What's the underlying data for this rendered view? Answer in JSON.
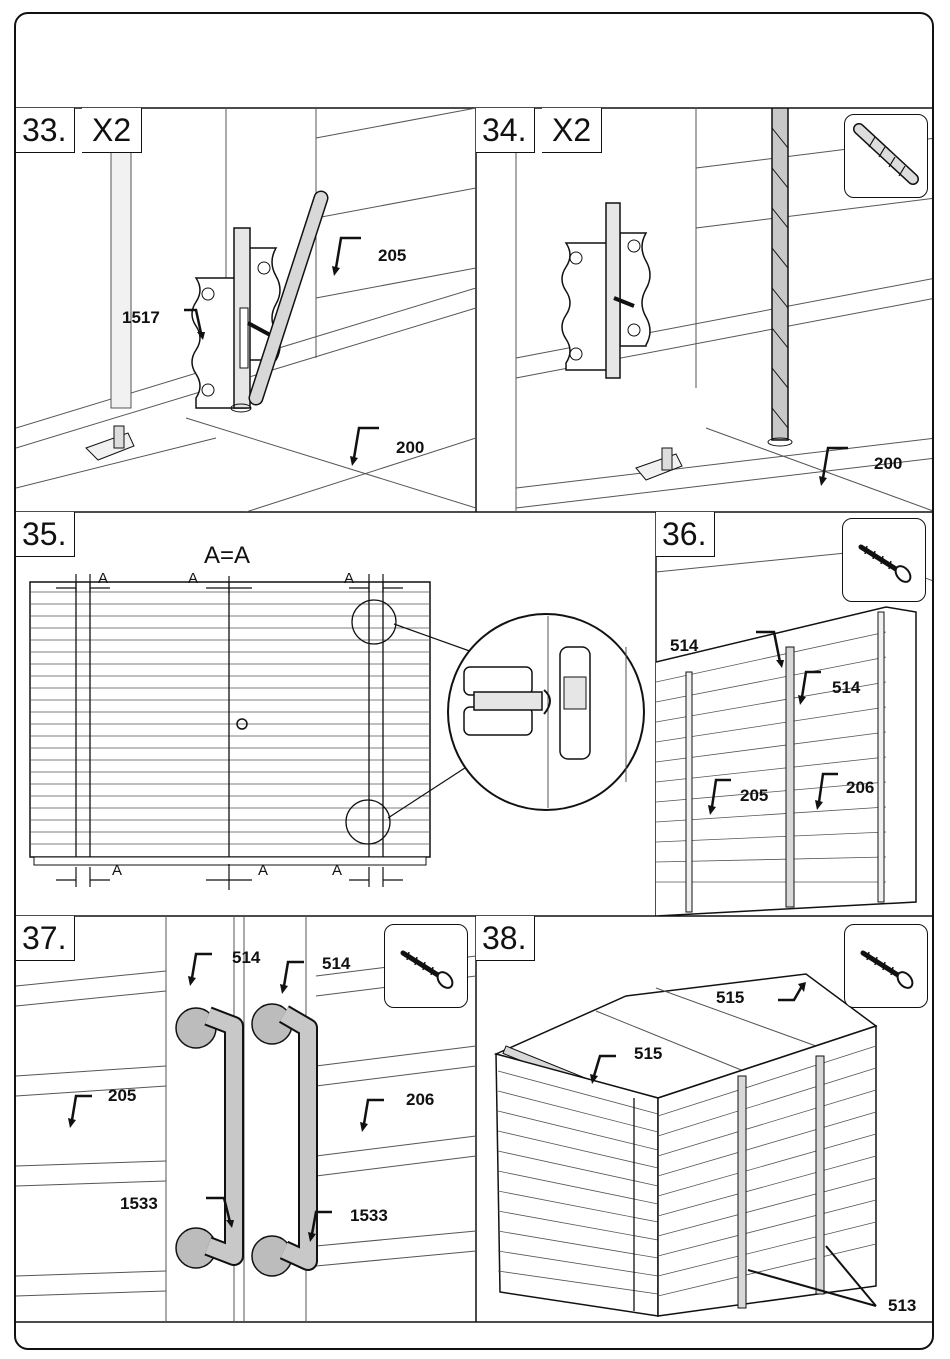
{
  "steps": [
    {
      "number": "33.",
      "multiplier": "X2",
      "labels": [
        "205",
        "1517",
        "200"
      ]
    },
    {
      "number": "34.",
      "multiplier": "X2",
      "labels": [
        "200"
      ],
      "tool": "drill-bit-icon"
    },
    {
      "number": "35.",
      "formula": "A=A",
      "dim_label": "A"
    },
    {
      "number": "36.",
      "labels": [
        "514",
        "514",
        "205",
        "206"
      ],
      "tool": "screw-icon"
    },
    {
      "number": "37.",
      "labels": [
        "514",
        "514",
        "205",
        "206",
        "1533",
        "1533"
      ],
      "tool": "screw-icon"
    },
    {
      "number": "38.",
      "labels": [
        "515",
        "515",
        "513"
      ],
      "tool": "screw-icon"
    }
  ]
}
